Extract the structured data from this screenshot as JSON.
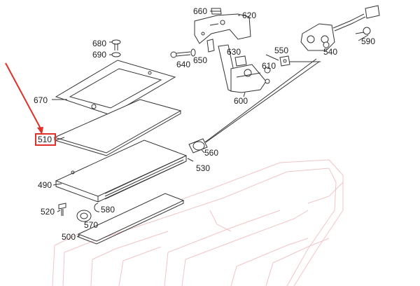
{
  "diagram": {
    "highlight_color": "#e0302a",
    "line_color": "#333333",
    "background_color": "#f1c5c5",
    "highlighted_part": "510",
    "parts": {
      "p660": "660",
      "p620": "620",
      "p680": "680",
      "p690": "690",
      "p630": "630",
      "p640": "640",
      "p650": "650",
      "p550": "550",
      "p540": "540",
      "p590": "590",
      "p610": "610",
      "p670": "670",
      "p600": "600",
      "p510": "510",
      "p560": "560",
      "p530": "530",
      "p490": "490",
      "p580": "580",
      "p520": "520",
      "p570": "570",
      "p500": "500"
    }
  }
}
